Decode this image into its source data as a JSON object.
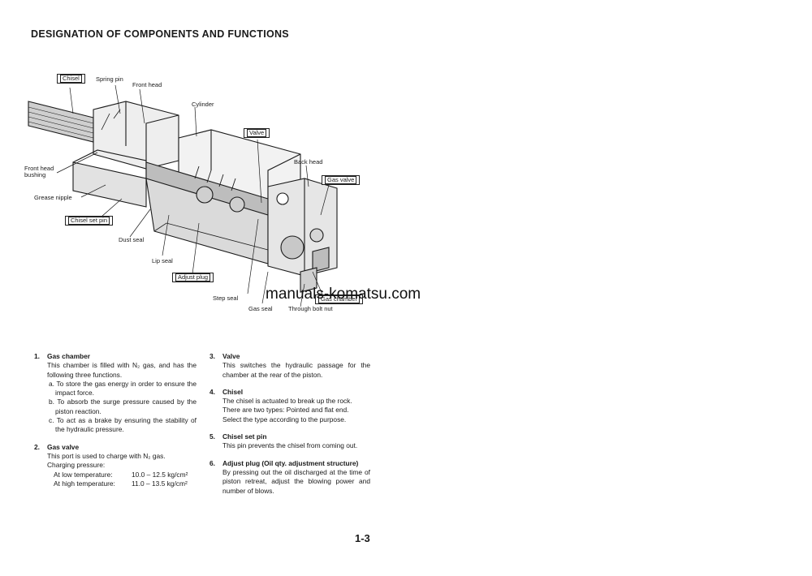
{
  "page_title": "DESIGNATION OF COMPONENTS AND FUNCTIONS",
  "figure": {
    "labels": {
      "chisel": "Chisel",
      "spring_pin": "Spring pin",
      "front_head": "Front head",
      "cylinder": "Cylinder",
      "valve": "Valve",
      "back_head": "Back head",
      "gas_valve": "Gas valve",
      "front_head_bushing_1": "Front head",
      "front_head_bushing_2": "bushing",
      "grease_nipple": "Grease nipple",
      "chisel_set_pin": "Chisel set pin",
      "dust_seal": "Dust seal",
      "lip_seal": "Lip seal",
      "adjust_plug": "Adjust plug",
      "step_seal": "Step seal",
      "gas_seal": "Gas seal",
      "through_bolt_nut": "Through bolt nut",
      "gas_chamber": "Gas chamber"
    }
  },
  "watermark": "manuals-komatsu.com",
  "items": {
    "gas_chamber": {
      "number": "1.",
      "title": "Gas chamber",
      "text": "This chamber is filled with N₂ gas, and has the following three functions.",
      "subs": [
        "a. To store the gas energy in order to ensure the impact force.",
        "b. To absorb the surge pressure caused by the piston reaction.",
        "c. To act as a brake by ensuring the stability of the hydraulic pressure."
      ]
    },
    "gas_valve": {
      "number": "2.",
      "title": "Gas valve",
      "text": "This port is used to charge with N₂ gas.",
      "charging_label": "Charging pressure:",
      "low_label": "At low temperature:",
      "low_value": "10.0 – 12.5 kg/cm²",
      "high_label": "At high temperature:",
      "high_value": "11.0 – 13.5 kg/cm²"
    },
    "valve": {
      "number": "3.",
      "title": "Valve",
      "text": "This switches the hydraulic passage for the chamber at the rear of the piston."
    },
    "chisel": {
      "number": "4.",
      "title": "Chisel",
      "text_1": "The chisel is actuated to break up the rock.",
      "text_2": "There are two types: Pointed and flat end.",
      "text_3": "Select the type according to the purpose."
    },
    "chisel_set_pin": {
      "number": "5.",
      "title": "Chisel set pin",
      "text": "This pin prevents the chisel from coming out."
    },
    "adjust_plug": {
      "number": "6.",
      "title": "Adjust plug (Oil qty. adjustment structure)",
      "text": "By pressing out the oil discharged at the time of piston retreat, adjust the blowing power and number of blows."
    }
  },
  "page_number": "1-3"
}
